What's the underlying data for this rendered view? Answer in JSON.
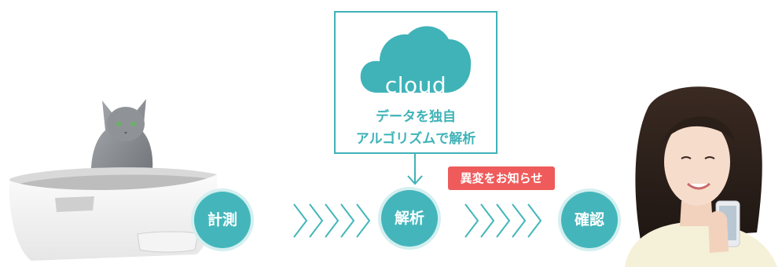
{
  "cloud_box": {
    "cloud_label": "cloud",
    "caption_line1": "データを独自",
    "caption_line2": "アルゴリズムで解析"
  },
  "alert_badge": "異変をお知らせ",
  "steps": {
    "measure": "計測",
    "analyze": "解析",
    "confirm": "確認"
  },
  "colors": {
    "teal": "#44b6bb",
    "teal_dark": "#3fb3b8",
    "alert_red": "#ef5b5b"
  },
  "icons": [
    "cloud-icon",
    "down-arrow-icon",
    "chevrons-icon",
    "litter-box-with-cat",
    "woman-with-phone"
  ]
}
